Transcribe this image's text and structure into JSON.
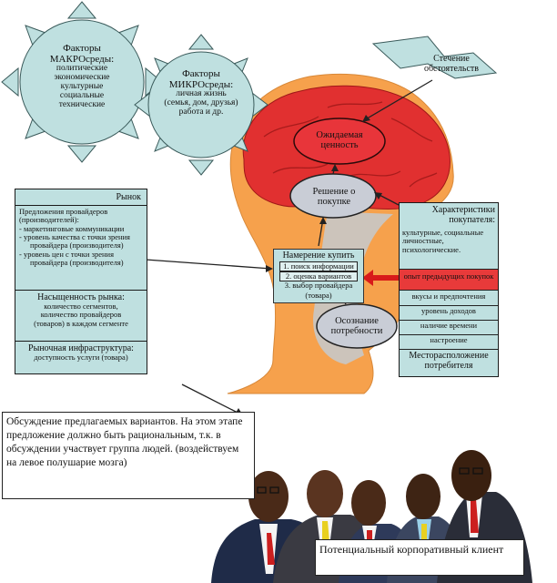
{
  "macro": {
    "title1": "Факторы",
    "title2": "МАКРОсреды:",
    "items": [
      "политические",
      "экономические",
      "культурные",
      "социальные",
      "технические"
    ]
  },
  "micro": {
    "title1": "Факторы",
    "title2": "МИКРОсреды:",
    "items": [
      "личная жизнь",
      "(семья, дом, друзья)",
      "работа и др."
    ]
  },
  "circumstances": {
    "line1": "Стечение",
    "line2": "обстоятельств"
  },
  "head": {
    "expected_value": {
      "line1": "Ожидаемая",
      "line2": "ценность"
    },
    "decision": {
      "line1": "Решение о",
      "line2": "покупке"
    },
    "intent": {
      "title": "Намерение купить",
      "items": [
        "1. поиск информации",
        "2. оценка вариантов",
        "3. выбор провайдера"
      ],
      "tail": "(товара)"
    },
    "need": {
      "line1": "Осознание",
      "line2": "потребности"
    }
  },
  "market": {
    "title": "Рынок",
    "supply": {
      "lines": [
        "Предложения провайдеров",
        "(производителей):",
        "- маркетинговые коммуникации",
        "-  уровень качества с точки зрения",
        "провайдера (производителя)",
        "- уровень цен с точки зрения",
        "провайдера (производителя)"
      ]
    },
    "saturation": {
      "title": "Насыщенность рынка:",
      "lines": [
        "количество сегментов,",
        "количество провайдеров",
        "(товаров) в каждом сегменте"
      ]
    },
    "infra": {
      "title": "Рыночная инфраструктура:",
      "line": "доступность услуги (товара)"
    }
  },
  "buyer": {
    "title1": "Характеристики",
    "title2": "покупателя:",
    "desc": [
      "культурные, социальные",
      "личностные,",
      "психологические."
    ],
    "rows": [
      "опыт предыдущих покупок",
      "вкусы и предпочтения",
      "уровень доходов",
      "наличие времени",
      "настроение"
    ],
    "location1": "Месторасположение",
    "location2": "потребителя"
  },
  "callout_main": "Обсуждение предлагаемых вариантов. На этом этапе предложение должно быть рациональным, т.к. в обсуждении участвует группа людей. (воздействуем на левое полушарие мозга)",
  "callout_client": "Потенциальный корпоративный клиент",
  "colors": {
    "panel": "#bfe0e0",
    "skin": "#f6a14c",
    "brain": "#e13030",
    "highlight": "#e83a3a",
    "arrow": "#d81a1a"
  }
}
